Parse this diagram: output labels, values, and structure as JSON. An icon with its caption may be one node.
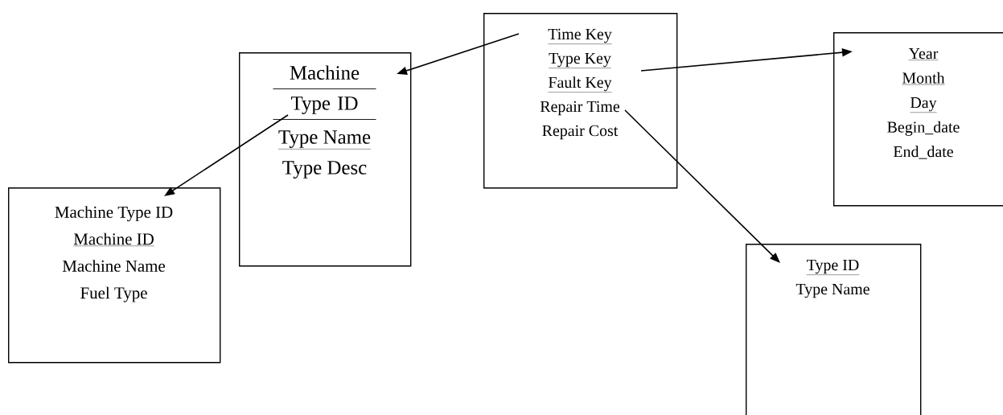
{
  "diagram": {
    "nodes": [
      {
        "text": [
          "Time Key",
          "Type Key",
          "Fault Key",
          "Repair Time",
          "Repair Cost"
        ]
      },
      {
        "text": [
          "Machine Type ID",
          "Type Name",
          "Type Desc"
        ]
      },
      {
        "text": [
          "Machine Type ID",
          "Machine ID",
          "Machine Name",
          "Fuel Type"
        ]
      },
      {
        "text": [
          "Year",
          "Month",
          "Day",
          "Begin_date",
          "End_date"
        ]
      },
      {
        "text": [
          "Type ID",
          "Type Name"
        ]
      }
    ],
    "edges": [
      {
        "from": 0,
        "to": 1,
        "arrow": "to"
      },
      {
        "from": 0,
        "to": 3,
        "arrow": "to"
      },
      {
        "from": 0,
        "to": 4,
        "arrow": "to"
      },
      {
        "from": 1,
        "to": 2,
        "arrow": "to"
      }
    ]
  }
}
